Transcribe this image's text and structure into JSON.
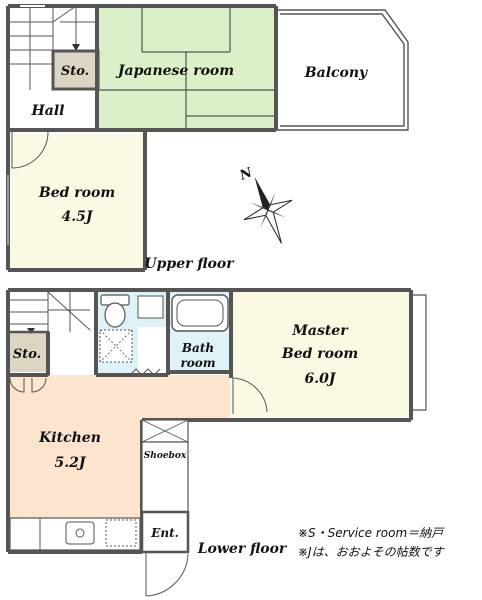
{
  "upper_floor": {
    "title": "Upper floor",
    "rooms": {
      "storage": "Sto.",
      "japanese_room": "Japanese room",
      "balcony": "Balcony",
      "hall": "Hall",
      "bedroom_name": "Bed room",
      "bedroom_size": "4.5J"
    }
  },
  "lower_floor": {
    "title": "Lower floor",
    "rooms": {
      "storage": "Sto.",
      "bath_line1": "Bath",
      "bath_line2": "room",
      "master_line1": "Master",
      "master_line2": "Bed room",
      "master_size": "6.0J",
      "kitchen_name": "Kitchen",
      "kitchen_size": "5.2J",
      "shoebox": "Shoebox",
      "entrance": "Ent."
    }
  },
  "compass": {
    "label": "N"
  },
  "notes": {
    "line1": "※S・Service room＝納戸",
    "line2": "※Jは、おおよその帖数です"
  },
  "colors": {
    "walls": "#555555",
    "japanese_room": "#d9f0c8",
    "kitchen": "#fce4cf",
    "bedroom": "#fbf8e4",
    "storage": "#ddd5c3",
    "wet_area": "#dff2f8"
  }
}
